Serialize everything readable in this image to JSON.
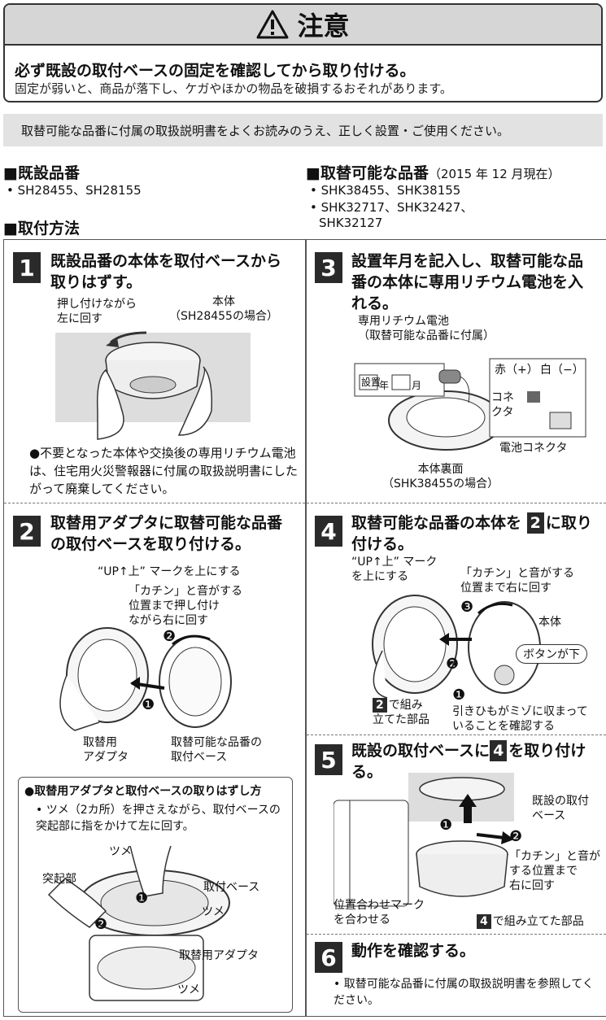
{
  "warning": {
    "title": "注意",
    "main": "必ず既設の取付ベースの固定を確認してから取り付ける。",
    "sub": "固定が弱いと、商品が落下し、ケガやほかの物品を破損するおそれがあります。"
  },
  "notice": "取替可能な品番に付属の取扱説明書をよくお読みのうえ、正しく設置・ご使用ください。",
  "existing": {
    "heading": "■既設品番",
    "models": "• SH28455、SH28155"
  },
  "replaceable": {
    "heading": "■取替可能な品番",
    "date_note": "（2015 年 12 月現在）",
    "models": [
      "• SHK38455、SHK38155",
      "• SHK32717、SHK32427、",
      "SHK32127"
    ]
  },
  "install_heading": "■取付方法",
  "steps": {
    "s1": {
      "num": "1",
      "title": "既設品番の本体を取付ベースから取りはずす。",
      "label_push": "押し付けながら\n左に回す",
      "label_body": "本体\n（SH28455の場合）",
      "note": "●不要となった本体や交換後の専用リチウム電池は、住宅用火災警報器に付属の取扱説明書にしたがって廃棄してください。"
    },
    "s2": {
      "num": "2",
      "title": "取替用アダプタに取替可能な品番の取付ベースを取り付ける。",
      "label_up": "“UP↑上” マークを上にする",
      "label_click": "「カチン」と音がする\n位置まで押し付け\nながら右に回す",
      "label_adapter": "取替用\nアダプタ",
      "label_base": "取替可能な品番の\n取付ベース",
      "circ1": "❶",
      "circ2": "❷"
    },
    "removal": {
      "heading": "●取替用アダプタと取付ベースの取りはずし方",
      "text": "• ツメ（2カ所）を押さえながら、取付ベースの突起部に指をかけて左に回す。",
      "label_tsume1": "ツメ",
      "label_protrusion": "突起部",
      "label_base": "取付ベース",
      "label_tsume2": "ツメ",
      "label_adapter": "取替用アダプタ",
      "label_tsume3": "ツメ",
      "circ1": "❶",
      "circ2": "❷"
    },
    "s3": {
      "num": "3",
      "title": "設置年月を記入し、取替可能な品番の本体に専用リチウム電池を入れる。",
      "label_battery": "専用リチウム電池\n（取替可能な品番に付属）",
      "label_setup": "設置",
      "label_year": "年",
      "label_month": "月",
      "label_red": "赤（+）",
      "label_white": "白（−）",
      "label_connector": "コネ\nクタ",
      "label_bconnector": "電池コネクタ",
      "label_back": "本体裏面\n（SHK38455の場合）"
    },
    "s4": {
      "num": "4",
      "title_a": "取替可能な品番の本体を",
      "title_ref": "2",
      "title_b": "に取り付ける。",
      "label_up": "“UP↑上” マーク\nを上にする",
      "label_click": "「カチン」と音がする\n位置まで右に回す",
      "label_body": "本体",
      "label_button": "ボタンが下",
      "label_assembled_ref": "2",
      "label_assembled": "で組み\n立てた部品",
      "label_string": "引きひもがミゾに収まって\nいることを確認する",
      "circ1": "❶",
      "circ2": "❷",
      "circ3": "❸"
    },
    "s5": {
      "num": "5",
      "title_a": "既設の取付ベースに",
      "title_ref": "4",
      "title_b": "を取り付ける。",
      "label_existing_base": "既設の取付\nベース",
      "label_click": "「カチン」と音が\nする位置まで\n右に回す",
      "label_align": "位置合わせマーク\nを合わせる",
      "label_assembled_ref": "4",
      "label_assembled": "で組み立てた部品",
      "circ1": "❶",
      "circ2": "❷"
    },
    "s6": {
      "num": "6",
      "title": "動作を確認する。",
      "note": "• 取替可能な品番に付属の取扱説明書を参照してください。"
    }
  },
  "colors": {
    "dark": "#2a2a2a",
    "gray": "#d6d6d6",
    "light": "#e2e2e2"
  }
}
